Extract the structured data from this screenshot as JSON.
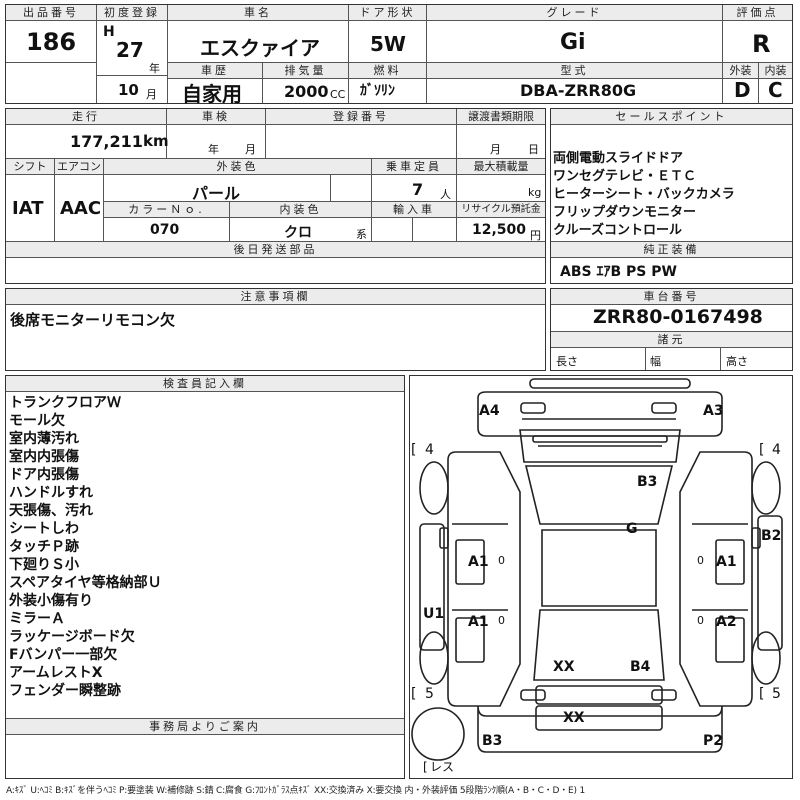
{
  "header": {
    "lot_label": "出品番号",
    "lot_no": "186",
    "first_reg_label": "初度登録",
    "era": "H",
    "reg_year": "27",
    "year_unit": "年",
    "reg_month": "10",
    "month_unit": "月",
    "car_name_label": "車名",
    "car_name": "エスクァイア",
    "history_label": "車歴",
    "history": "自家用",
    "displacement_label": "排気量",
    "displacement": "2000",
    "cc_unit": "CC",
    "door_label": "ドア形状",
    "door": "5W",
    "fuel_label": "燃料",
    "fuel": "ｶﾞｿﾘﾝ",
    "grade_label": "グレード",
    "grade": "Gi",
    "model_label": "型式",
    "model": "DBA-ZRR80G",
    "score_label": "評価点",
    "score": "R",
    "ext_label": "外装",
    "ext": "D",
    "int_label": "内装",
    "int": "C"
  },
  "row2": {
    "mileage_label": "走行",
    "mileage": "177,211",
    "km_unit": "km",
    "inspection_label": "車検",
    "insp_year_unit": "年",
    "insp_month_unit": "月",
    "plate_label": "登録番号",
    "transfer_label": "譲渡書類期限",
    "tr_month_unit": "月",
    "tr_day_unit": "日",
    "sales_label": "セールスポイント",
    "sales_points": [
      "両側電動スライドドア",
      "ワンセグテレビ・ＥＴＣ",
      "ヒーターシート・バックカメラ",
      "フリップダウンモニター",
      "クルーズコントロール"
    ]
  },
  "row3": {
    "shift_label": "シフト",
    "shift": "IAT",
    "ac_label": "エアコン",
    "ac": "AAC",
    "ext_color_label": "外装色",
    "ext_color": "パール",
    "capacity_label": "乗車定員",
    "capacity": "7",
    "person_unit": "人",
    "load_label": "最大積載量",
    "kg_unit": "kg",
    "color_no_label": "カラーＮｏ.",
    "color_no": "070",
    "int_color_label": "内装色",
    "int_color": "クロ",
    "kei_unit": "系",
    "import_label": "輸入車",
    "recycle_label": "リサイクル預託金",
    "recycle": "12,500",
    "yen_unit": "円"
  },
  "later_label": "後日発送部品",
  "equipment": {
    "label": "純正装備",
    "value": "ABS ｴｱB PS PW"
  },
  "notes": {
    "label": "注意事項欄",
    "value": "後席モニターリモコン欠"
  },
  "chassis": {
    "label": "車台番号",
    "value": "ZRR80-0167498",
    "specs_label": "諸元",
    "length_label": "長さ",
    "width_label": "幅",
    "height_label": "高さ"
  },
  "inspector": {
    "label": "検査員記入欄",
    "items": [
      "トランクフロアＷ",
      "モール欠",
      "室内薄汚れ",
      "室内内張傷",
      "ドア内張傷",
      "ハンドルすれ",
      "天張傷、汚れ",
      "シートしわ",
      "タッチＰ跡",
      "下廻りＳ小",
      "スペアタイヤ等格納部Ｕ",
      "外装小傷有り",
      "ミラーＡ",
      "ラッケージボード欠",
      "Fバンパー一部欠",
      "アームレストX",
      "フェンダー瞬整跡"
    ]
  },
  "office": {
    "label": "事務局よりご案内"
  },
  "diagram": {
    "a4": "A4",
    "a3": "A3",
    "b3_top": "B3",
    "g": "G",
    "b2": "B2",
    "a1_left_1": "A1",
    "a1_right": "A1",
    "a1_left_2": "A1",
    "a2": "A2",
    "u1": "U1",
    "xx_left": "XX",
    "b4": "B4",
    "xx_bottom": "XX",
    "b3_bottom": "B3",
    "p2": "P2",
    "zero": "0",
    "tire_fl": "4",
    "tire_fr": "4",
    "tire_rl": "5",
    "tire_rr": "5",
    "spare": "レス"
  },
  "legend": "A:ｷｽﾞ U:ﾍｺﾐ B:ｷｽﾞを伴うﾍｺﾐ P:要塗装 W:補修跡 S:錆 C:腐食 G:ﾌﾛﾝﾄｶﾞﾗｽ点ｷｽﾞ XX:交換済み X:要交換 内・外装評価 5段階ﾗﾝｸ順(A・B・C・D・E) 1"
}
